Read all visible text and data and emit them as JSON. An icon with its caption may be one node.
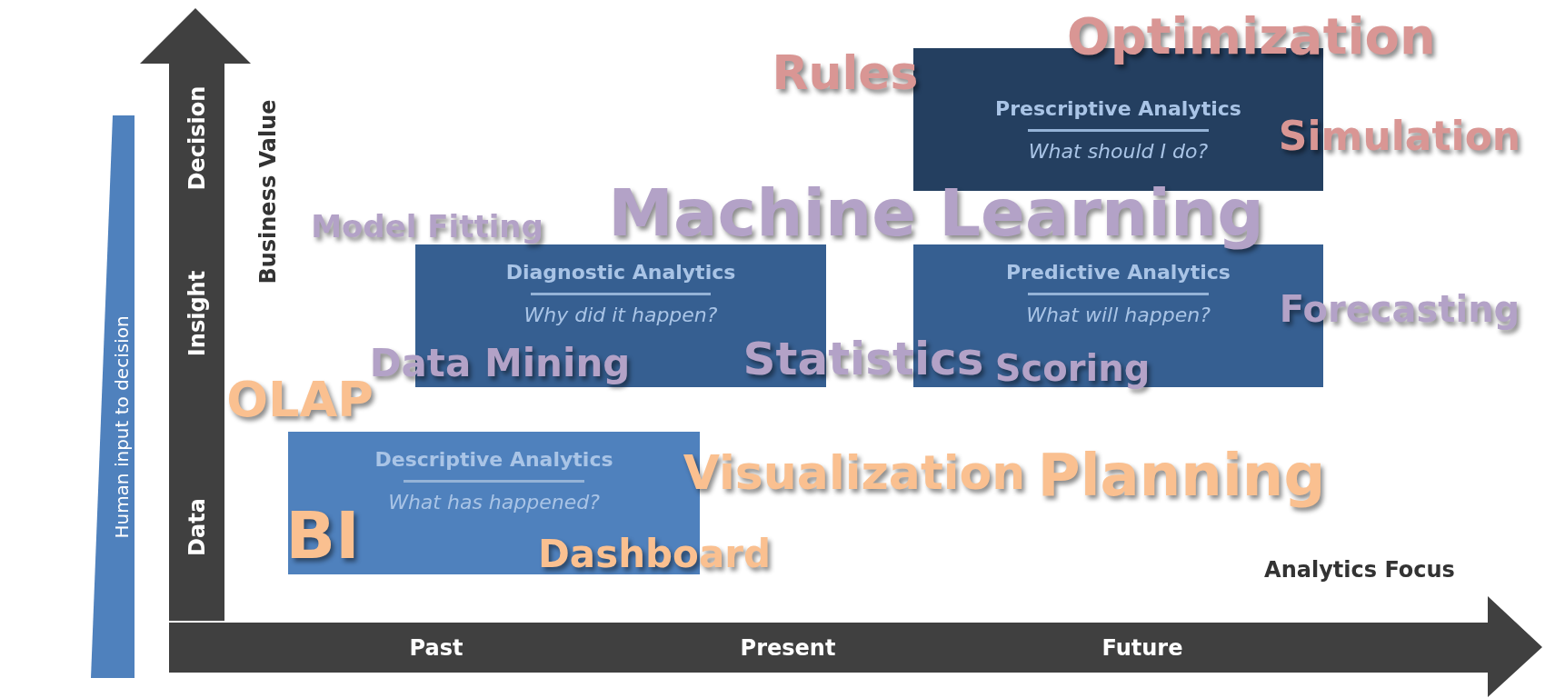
{
  "diagram": {
    "nodes": [
      {
        "text": [
          "Prescriptive Analytics",
          "What should I do?"
        ]
      },
      {
        "text": [
          "Diagnostic Analytics",
          "Why did it happen?"
        ]
      },
      {
        "text": [
          "Predictive Analytics",
          "What will happen?"
        ]
      },
      {
        "text": [
          "Descriptive Analytics",
          "What has happened?"
        ]
      }
    ],
    "labels": [
      "Rules",
      "Optimization",
      "Decision",
      "Simulation",
      "Business Value",
      "Model Fitting",
      "Machine Learning",
      "Insight",
      "Forecasting",
      "Data Mining",
      "Statistics",
      "Scoring",
      "Human input to decision",
      "OLAP",
      "Visualization",
      "Planning",
      "Data",
      "BI",
      "Dashboard",
      "Analytics Focus",
      "Past",
      "Present",
      "Future"
    ]
  }
}
